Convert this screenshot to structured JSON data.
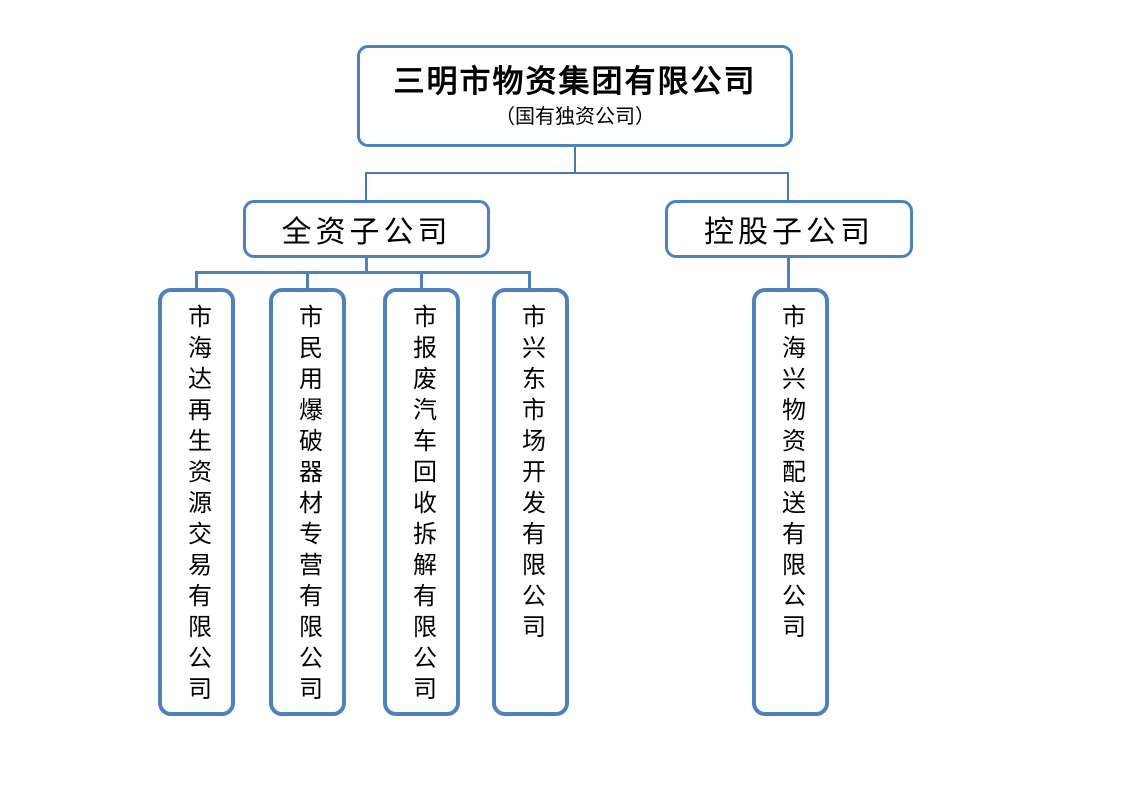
{
  "org": {
    "root": {
      "name": "三明市物资集团有限公司",
      "subtitle": "（国有独资公司）"
    },
    "branches": [
      {
        "label": "全资子公司",
        "children": [
          "市海达再生资源交易有限公司",
          "市民用爆破器材专营有限公司",
          "市报废汽车回收拆解有限公司",
          "市兴东市场开发有限公司"
        ]
      },
      {
        "label": "控股子公司",
        "children": [
          "市海兴物资配送有限公司"
        ]
      }
    ]
  },
  "colors": {
    "box_border_blue": "#4f81bd",
    "connector_blue": "#4c77af",
    "text": "#000000",
    "background": "#ffffff"
  }
}
